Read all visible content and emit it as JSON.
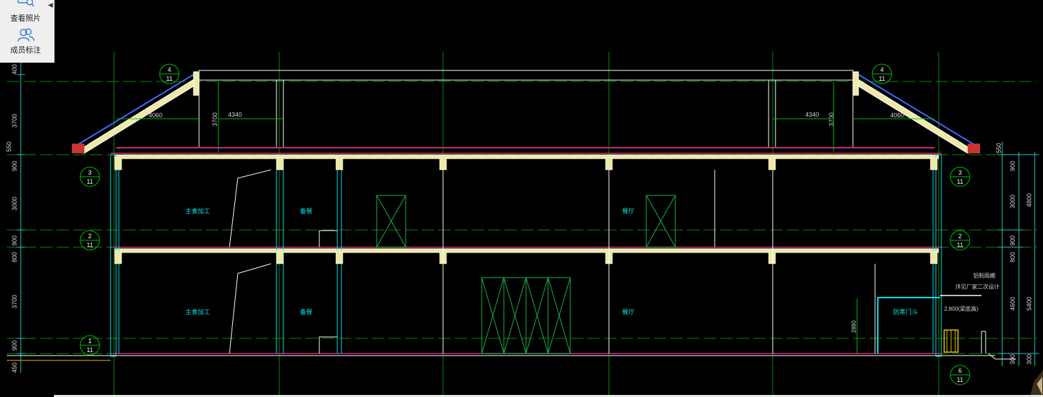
{
  "toolbar": {
    "view_photo_label": "查看照片",
    "view_photo_icon": "photo-search-icon",
    "member_label_label": "成员标注",
    "member_label_icon": "users-icon",
    "collapse_icon": "triangle-left-icon"
  },
  "colors": {
    "background": "#000000",
    "structure_yellow": "#e8e4a0",
    "column_cyan": "#00e5e5",
    "line_white": "#ffffff",
    "roof_magenta": "#cc2a7a",
    "dimension_green": "#00c000",
    "door_green": "#19b34a",
    "panel_bg": "#efefef"
  },
  "drawing": {
    "dims_left": [
      "400",
      "3700",
      "550",
      "900",
      "3000",
      "900",
      "800",
      "3700",
      "900",
      "450"
    ],
    "dims_right": [
      "550",
      "900",
      "3000",
      "900",
      "800",
      "4600",
      "300",
      "4800",
      "5400",
      "300"
    ],
    "roof_dims": [
      "4060",
      "3700",
      "4340",
      "4340",
      "3700",
      "4060"
    ],
    "axis_markers": [
      {
        "top": "4",
        "bottom": "11"
      },
      {
        "top": "3",
        "bottom": "11"
      },
      {
        "top": "2",
        "bottom": "11"
      },
      {
        "top": "1",
        "bottom": "11"
      },
      {
        "top": "4",
        "bottom": "11"
      },
      {
        "top": "3",
        "bottom": "11"
      },
      {
        "top": "2",
        "bottom": "11"
      },
      {
        "top": "6",
        "bottom": "11"
      }
    ],
    "room_labels": [
      "主食加工",
      "备餐",
      "餐厅",
      "主食加工",
      "备餐",
      "餐厅",
      "防寒门斗"
    ],
    "door_height": "2880",
    "notes": [
      "铝制雨棚",
      "详见厂家二次设计",
      "2.800(梁底高)"
    ]
  }
}
